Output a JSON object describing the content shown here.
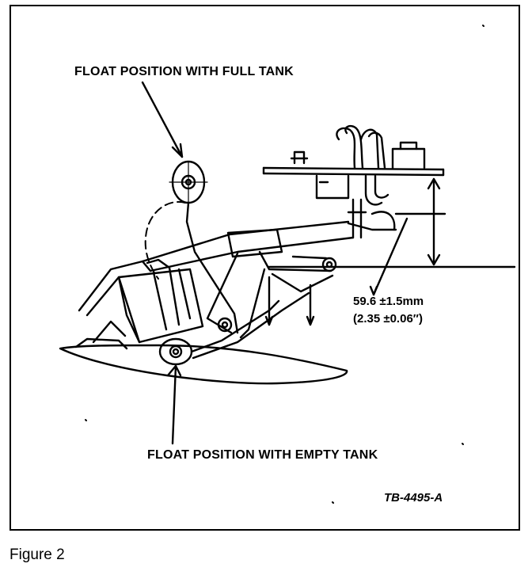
{
  "labels": {
    "float_full": "FLOAT POSITION WITH FULL TANK",
    "float_empty": "FLOAT POSITION WITH EMPTY TANK",
    "dimension_mm": "59.6 ±1.5mm",
    "dimension_in": "(2.35 ±0.06″)",
    "figure_code": "TB-4495-A"
  },
  "caption": "Figure 2"
}
